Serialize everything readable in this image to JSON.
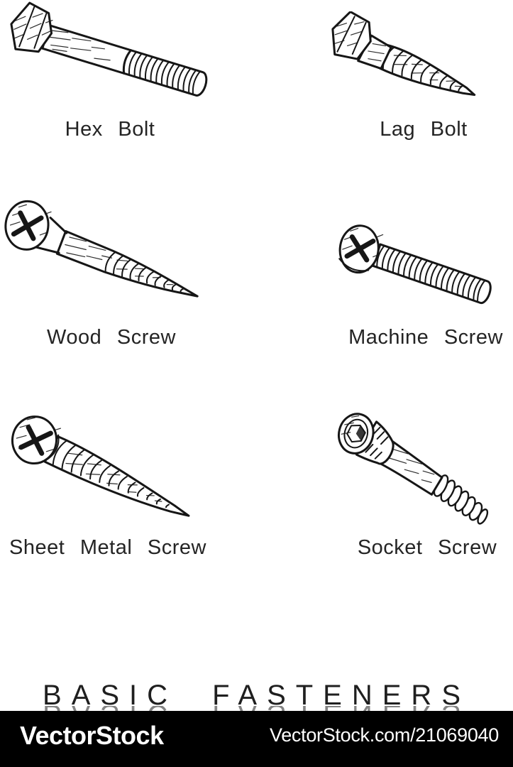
{
  "page": {
    "background": "#ffffff",
    "ink_color": "#161616"
  },
  "figures": [
    {
      "id": "hex-bolt",
      "label": "Hex Bolt"
    },
    {
      "id": "lag-bolt",
      "label": "Lag Bolt"
    },
    {
      "id": "wood-screw",
      "label": "Wood Screw"
    },
    {
      "id": "machine-screw",
      "label": "Machine Screw"
    },
    {
      "id": "sheet-metal-screw",
      "label": "Sheet Metal Screw"
    },
    {
      "id": "socket-screw",
      "label": "Socket Screw"
    }
  ],
  "title": {
    "text": "BASIC FASTENERS"
  },
  "watermark": {
    "brand": "VectorStock",
    "site_ref": "VectorStock.com/21069040",
    "bar_color": "#000000",
    "text_color": "#ffffff"
  }
}
